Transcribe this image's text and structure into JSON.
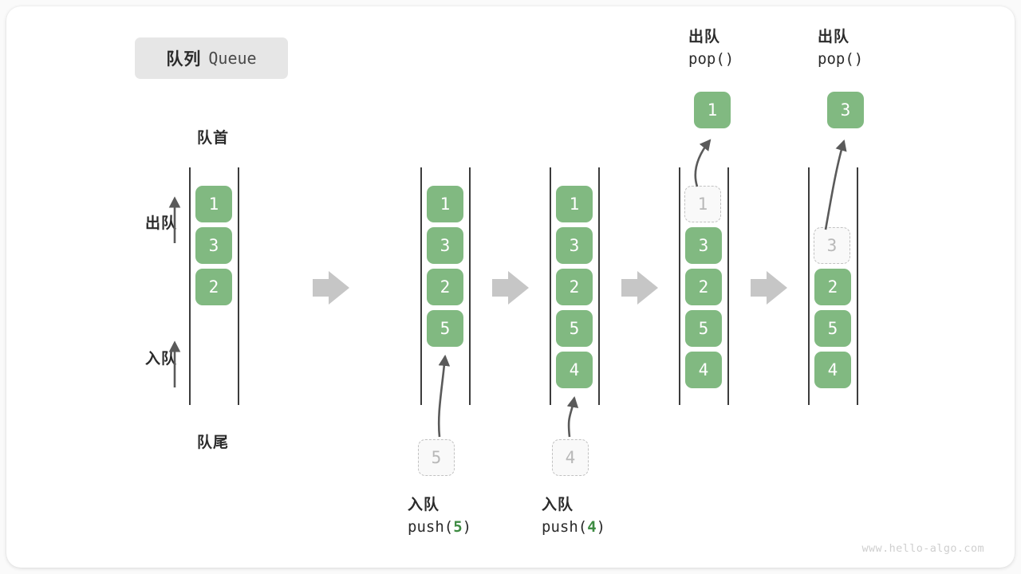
{
  "title": {
    "cn": "队列",
    "en": "Queue"
  },
  "labels": {
    "head": "队首",
    "tail": "队尾",
    "dequeue": "出队",
    "enqueue": "入队"
  },
  "watermark": "www.hello-algo.com",
  "colors": {
    "cell_fill": "#81b981",
    "cell_text": "#ffffff",
    "ghost_fill": "#f9f9f9",
    "ghost_text": "#b8b8b8",
    "ghost_border": "#c2c2c2",
    "rail": "#3c3c3c",
    "arrow": "#5a5a5a",
    "step_arrow": "#c6c6c6",
    "badge_bg": "#e6e6e6",
    "code_arg": "#3d8b42",
    "text": "#2b2b2b"
  },
  "chart_data": {
    "type": "diagram",
    "title": "队列 Queue",
    "description": "Queue push/pop operation sequence",
    "columns": [
      {
        "index": 0,
        "cells": [
          "1",
          "3",
          "2"
        ],
        "ghost": null,
        "popped": null,
        "caption_cn": null,
        "caption_code": null
      },
      {
        "index": 1,
        "cells": [
          "1",
          "3",
          "2",
          "5"
        ],
        "ghost": "5",
        "popped": null,
        "caption_cn": "入队",
        "caption_code": "push(5)",
        "caption_arg": "5"
      },
      {
        "index": 2,
        "cells": [
          "1",
          "3",
          "2",
          "5",
          "4"
        ],
        "ghost": "4",
        "popped": null,
        "caption_cn": "入队",
        "caption_code": "push(4)",
        "caption_arg": "4"
      },
      {
        "index": 3,
        "cells": [
          "3",
          "2",
          "5",
          "4"
        ],
        "ghost": "1",
        "popped": "1",
        "caption_cn": "出队",
        "caption_code": "pop()",
        "caption_arg": ""
      },
      {
        "index": 4,
        "cells": [
          "2",
          "5",
          "4"
        ],
        "ghost": "3",
        "popped": "3",
        "caption_cn": "出队",
        "caption_code": "pop()",
        "caption_arg": ""
      }
    ]
  }
}
